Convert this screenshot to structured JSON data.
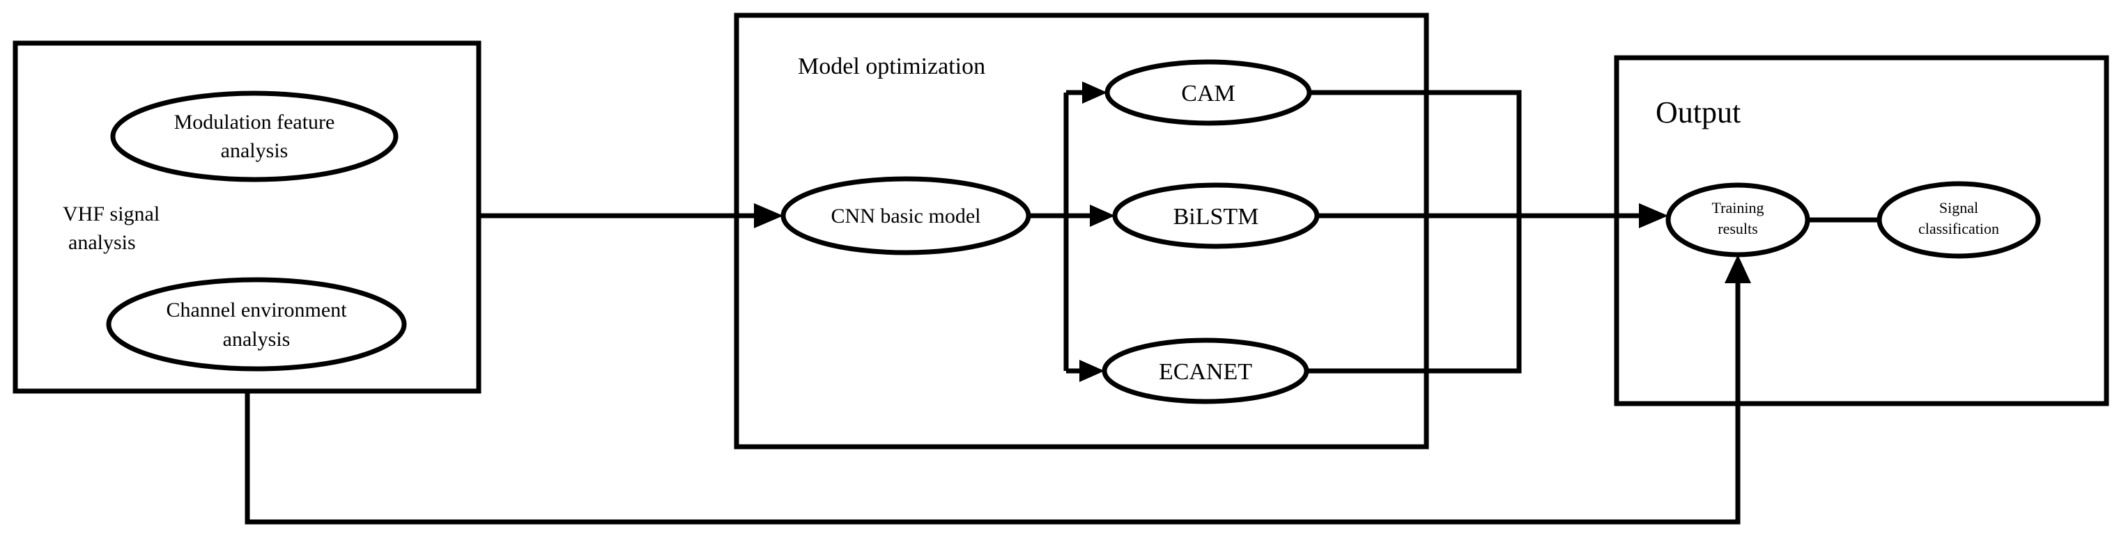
{
  "input_block": {
    "label_line1": "VHF signal",
    "label_line2": "analysis",
    "modulation_line1": "Modulation feature",
    "modulation_line2": "analysis",
    "channel_line1": "Channel environment",
    "channel_line2": "analysis"
  },
  "model_block": {
    "title": "Model optimization",
    "cnn": "CNN basic model",
    "cam": "CAM",
    "bilstm": "BiLSTM",
    "ecanet": "ECANET"
  },
  "output_block": {
    "title": "Output",
    "training_line1": "Training",
    "training_line2": "results",
    "signal_line1": "Signal",
    "signal_line2": "classification"
  }
}
